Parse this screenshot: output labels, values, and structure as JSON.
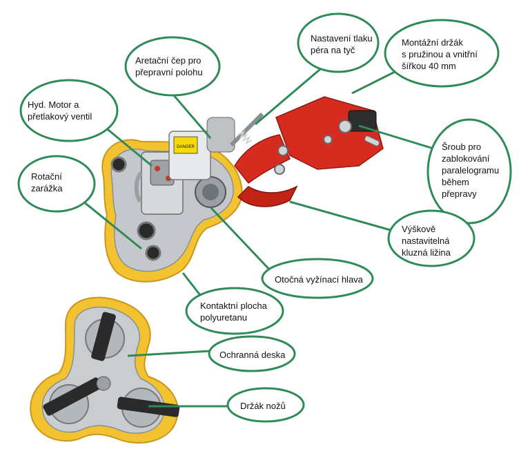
{
  "colors": {
    "callout_stroke": "#2e8b57",
    "machine_red": "#d62b1f",
    "poly_yellow": "#f2c230",
    "steel": "#b9bdc1"
  },
  "labels": {
    "hyd_motor": "Hyd. Motor a\npřetlakový ventil",
    "aretacni_cep": "Aretační čep pro\npřepravní polohu",
    "nastaveni_tlaku": "Nastavení tlaku\npéra na tyč",
    "montazni_drzak": "Montážní držák\ns pružinou a vnitřní\nšířkou 40 mm",
    "sroub": "Šroub pro\nzablokování\nparalelogramu\nběhem\npřepravy",
    "rotacni_zarazka": "Rotační\nzarážka",
    "vyskove": "Výškově\nnastavitelná\nkluzná ližina",
    "otocna_hlava": "Otočná vyžínací hlava",
    "kontaktni_plocha": "Kontaktní plocha\npolyuretanu",
    "ochranna_deska": "Ochranná deska",
    "drzak_nozu": "Držák nožů"
  },
  "sticker_text": "DANGER"
}
